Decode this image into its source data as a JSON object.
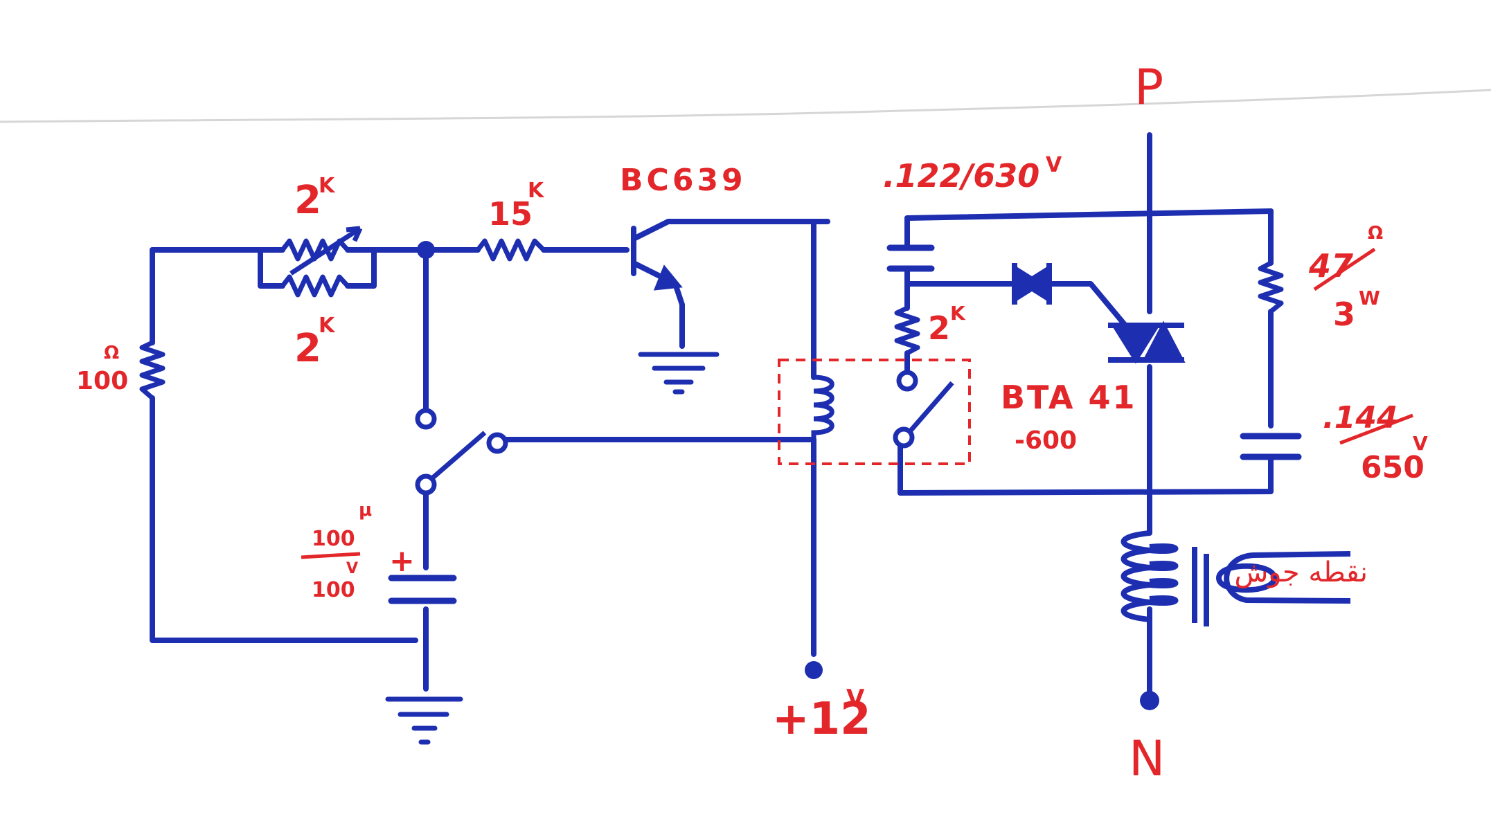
{
  "colors": {
    "ink_blue": "#1d2fb0",
    "ink_red": "#e3262a",
    "paper": "#ffffff"
  },
  "labels": {
    "pot_top": "2",
    "pot_top_sup": "K",
    "pot_bottom": "2",
    "pot_bottom_sup": "K",
    "r_base": "15",
    "r_base_sup": "K",
    "transistor": "BC639",
    "r_left": "100",
    "r_left_sup": "Ω",
    "cap_timing_value": "100",
    "cap_timing_sup": "μ",
    "cap_timing_voltage": "100",
    "cap_timing_voltage_sup": "V",
    "cap_snubber_top": ".122/630",
    "cap_snubber_top_sup": "V",
    "r_gate": "2",
    "r_gate_sup": "K",
    "triac": "BTA 41",
    "triac_rating": "-600",
    "r_snubber_num": "47",
    "r_snubber_num_sup": "Ω",
    "r_snubber_den": "3",
    "r_snubber_den_sup": "W",
    "cap_snubber_right_num": ".144",
    "cap_snubber_right_den": "650",
    "cap_snubber_right_sup": "V",
    "supply": "+12",
    "supply_sup": "V",
    "phase": "P",
    "neutral": "N",
    "weld_tip": "نقطه جوش"
  },
  "icons": [
    "resistor-icon",
    "variable-resistor-icon",
    "capacitor-icon",
    "npn-transistor-icon",
    "ground-icon",
    "relay-coil-icon",
    "relay-contact-icon",
    "diac-icon",
    "triac-icon",
    "transformer-icon",
    "terminal-icon"
  ]
}
